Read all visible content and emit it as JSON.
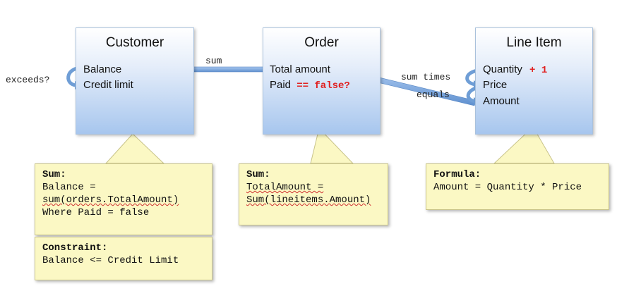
{
  "entities": {
    "customer": {
      "title": "Customer",
      "attr1": "Balance",
      "attr2": "Credit limit"
    },
    "order": {
      "title": "Order",
      "attr1": "Total amount",
      "attr2": "Paid",
      "attr2_code": "== false?"
    },
    "line_item": {
      "title": "Line Item",
      "attr1": "Quantity",
      "attr1_code": "+ 1",
      "attr2": "Price",
      "attr3": "Amount"
    }
  },
  "labels": {
    "exceeds": "exceeds?",
    "sum": "sum",
    "sum_times": "sum times",
    "equals": "equals"
  },
  "notes": {
    "customer_sum": {
      "head": "Sum:",
      "line1": "Balance =",
      "line2": "sum(orders.TotalAmount)",
      "line3": "Where Paid = false"
    },
    "customer_constraint": {
      "head": "Constraint:",
      "line1": "Balance <= Credit Limit"
    },
    "order_sum": {
      "head": "Sum:",
      "line1": "TotalAmount =",
      "line2": "Sum(lineitems.Amount)"
    },
    "line_formula": {
      "head": "Formula:",
      "line1": "Amount = Quantity * Price"
    }
  },
  "colors": {
    "arrow": "#7aa7dc",
    "note_bg": "#fbf8c4",
    "code_red": "#e02020"
  }
}
